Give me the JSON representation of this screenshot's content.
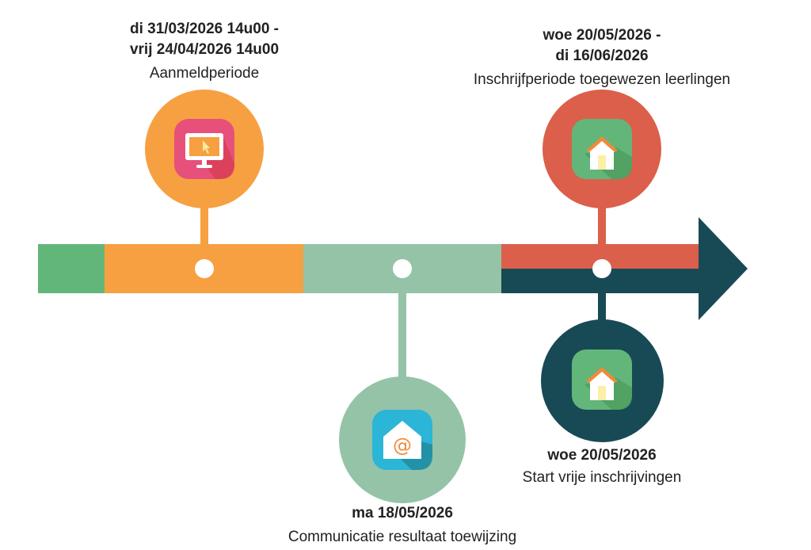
{
  "colors": {
    "green": "#62B67A",
    "orange": "#F7A041",
    "mint": "#94C3A8",
    "red": "#DB5F4A",
    "teal": "#184A55"
  },
  "milestones": [
    {
      "date_line1": "di 31/03/2026 14u00 -",
      "date_line2": "vrij 24/04/2026 14u00",
      "title": "Aanmeldperiode",
      "icon": "computer-cursor-icon"
    },
    {
      "date_line1": "ma 18/05/2026",
      "title": "Communicatie resultaat toewijzing",
      "icon": "email-at-icon"
    },
    {
      "date_line1": "woe 20/05/2026 -",
      "date_line2": "di 16/06/2026",
      "title": "Inschrijfperiode toegewezen leerlingen",
      "icon": "house-icon"
    },
    {
      "date_line1": "woe 20/05/2026",
      "title": "Start vrije inschrijvingen",
      "icon": "house-icon"
    }
  ]
}
